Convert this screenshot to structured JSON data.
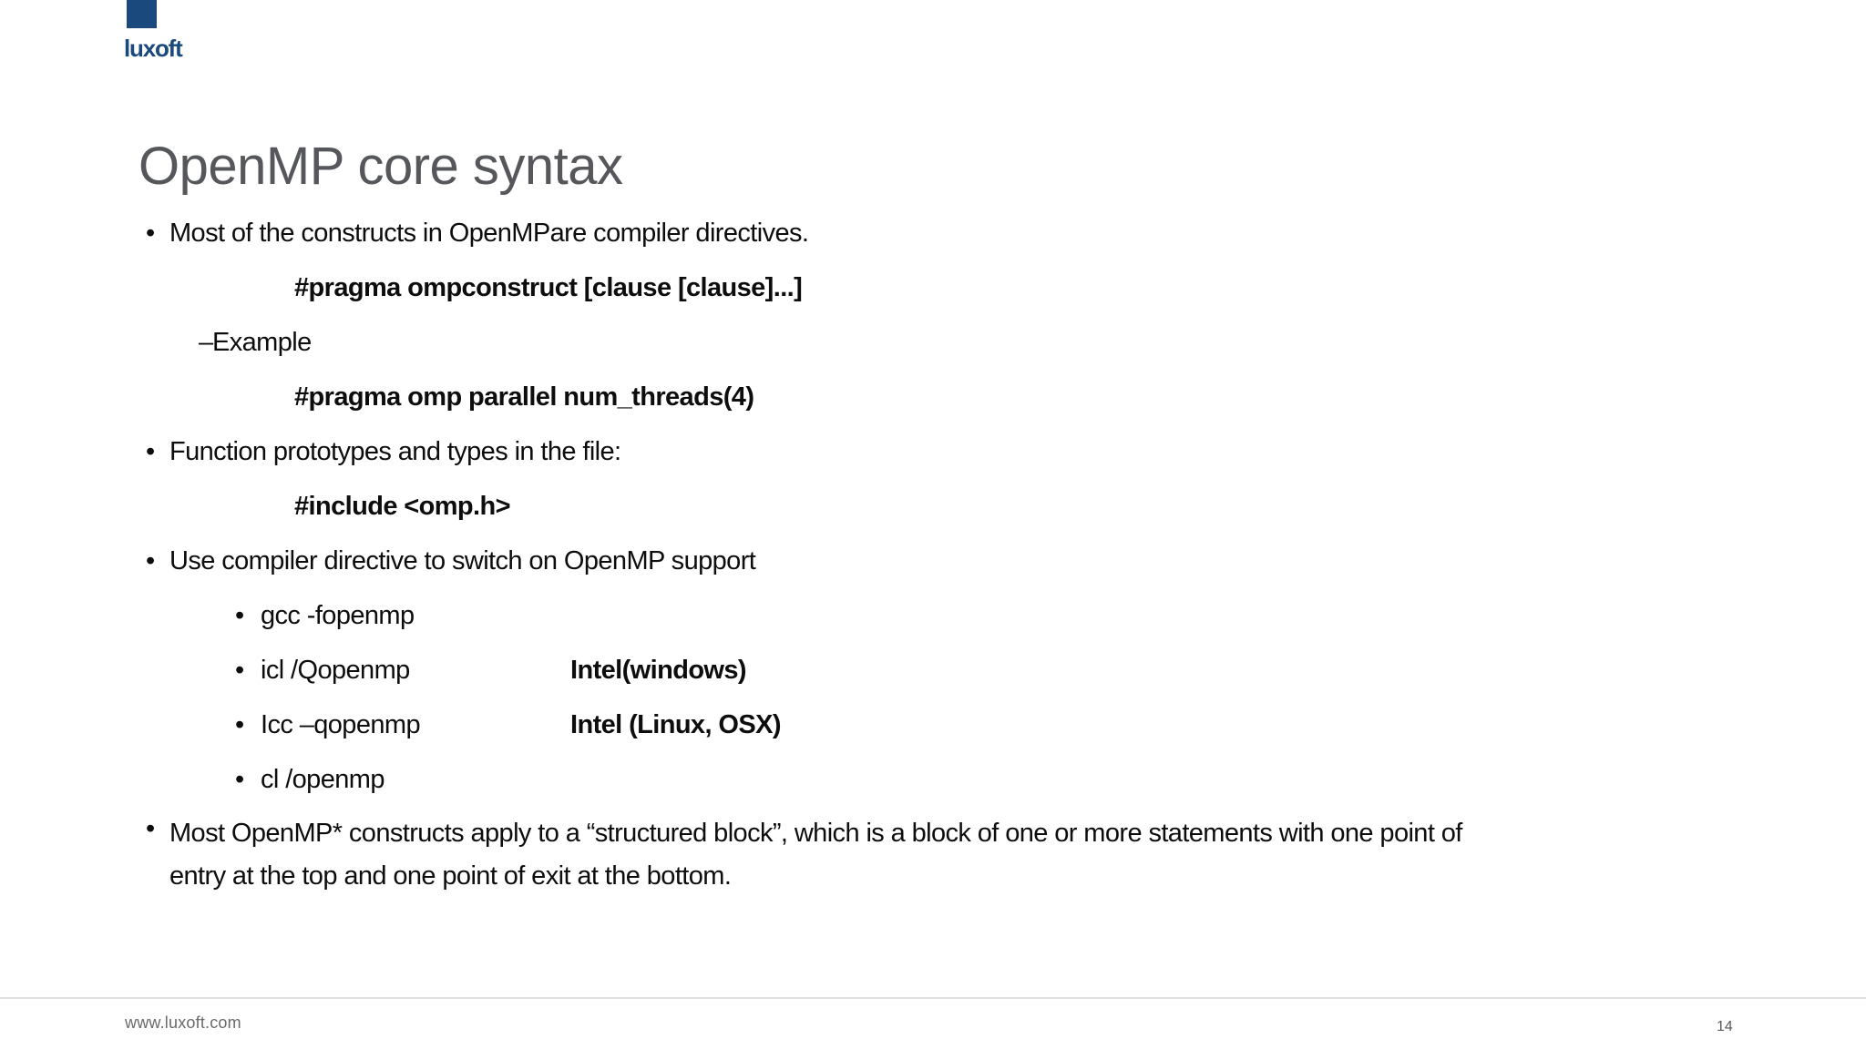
{
  "logo": {
    "wordmark": "luxoft"
  },
  "slide": {
    "title": "OpenMP core syntax"
  },
  "content": {
    "lines": [
      {
        "marker": "•",
        "text": "Most of the constructs in OpenMPare compiler directives."
      },
      {
        "text": "#pragma ompconstruct [clause [clause]...]"
      },
      {
        "marker": "–",
        "text": "Example"
      },
      {
        "text": "#pragma omp parallel num_threads(4)"
      },
      {
        "marker": "•",
        "text": "Function prototypes and types in the file:"
      },
      {
        "text": "#include <omp.h>"
      },
      {
        "marker": "•",
        "text": "Use compiler directive to switch on OpenMP support"
      },
      {
        "marker": "•",
        "text": "gcc -fopenmp"
      },
      {
        "marker": "•",
        "text": "icl /Qopenmp",
        "annotation": "Intel(windows)"
      },
      {
        "marker": "•",
        "text": "Icc –qopenmp",
        "annotation": "Intel (Linux, OSX)"
      },
      {
        "marker": "•",
        "text": "cl /openmp"
      },
      {
        "marker": "•",
        "text": "Most OpenMP* constructs apply to a “structured block”, which is a block of one or more statements with one point of entry at the top and one point of exit at the bottom."
      }
    ]
  },
  "footer": {
    "url": "www.luxoft.com",
    "page_number": "14"
  },
  "colors": {
    "brand_navy": "#1a4a7d",
    "title_gray": "#55575b",
    "body_text": "#0d0d0d",
    "footer_gray": "#6a6a6a",
    "divider": "#dfdfdf",
    "background": "#ffffff"
  }
}
